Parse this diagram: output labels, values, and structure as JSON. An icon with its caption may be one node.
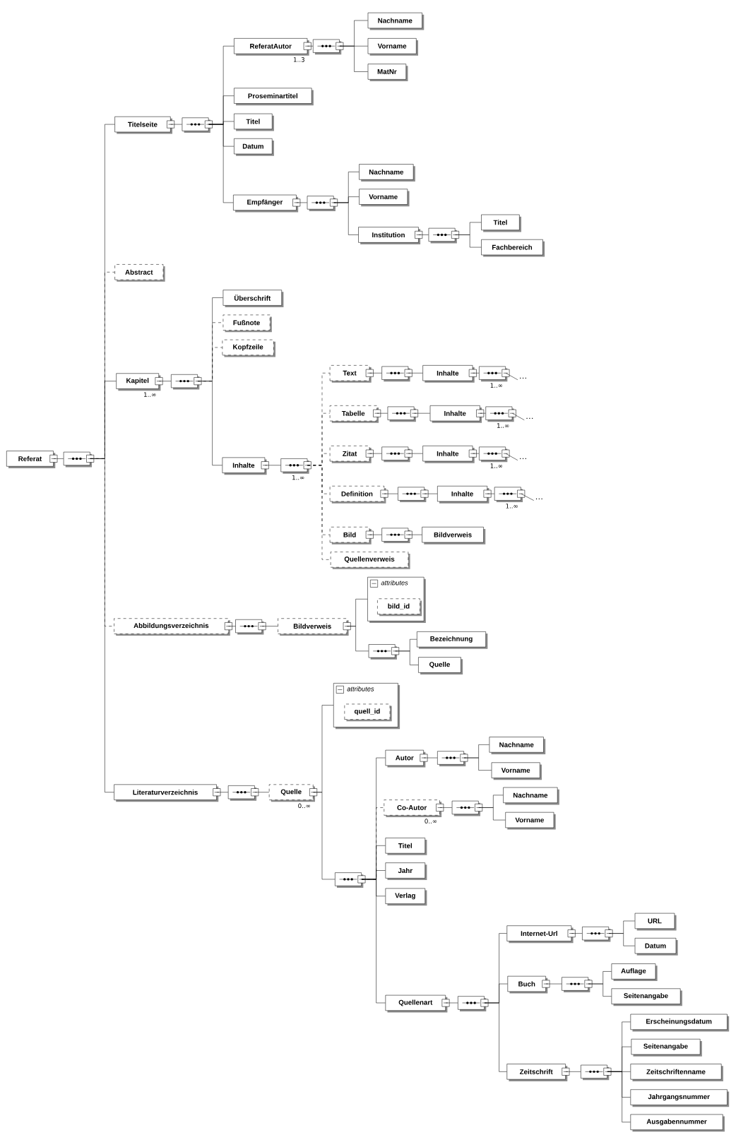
{
  "diagram": {
    "nodes": [
      {
        "text": [
          "Referat"
        ]
      },
      {
        "text": [],
        "shape": "octagon"
      },
      {
        "text": [
          "Titelseite"
        ]
      },
      {
        "text": [],
        "shape": "octagon"
      },
      {
        "text": [
          "ReferatAutor"
        ],
        "beside": [
          "1..3"
        ]
      },
      {
        "text": [],
        "shape": "octagon"
      },
      {
        "text": [
          "Nachname"
        ]
      },
      {
        "text": [
          "Vorname"
        ]
      },
      {
        "text": [
          "MatNr"
        ]
      },
      {
        "text": [
          "Proseminartitel"
        ]
      },
      {
        "text": [
          "Titel"
        ]
      },
      {
        "text": [
          "Datum"
        ]
      },
      {
        "text": [
          "Empfänger"
        ]
      },
      {
        "text": [],
        "shape": "octagon"
      },
      {
        "text": [
          "Nachname"
        ]
      },
      {
        "text": [
          "Vorname"
        ]
      },
      {
        "text": [
          "Institution"
        ]
      },
      {
        "text": [],
        "shape": "octagon"
      },
      {
        "text": [
          "Titel"
        ]
      },
      {
        "text": [
          "Fachbereich"
        ]
      },
      {
        "text": [
          "Abstract"
        ]
      },
      {
        "text": [
          "Kapitel"
        ],
        "beside": [
          "1..∞"
        ]
      },
      {
        "text": [],
        "shape": "octagon"
      },
      {
        "text": [
          "Überschrift"
        ]
      },
      {
        "text": [
          "Fußnote"
        ]
      },
      {
        "text": [
          "Kopfzeile"
        ]
      },
      {
        "text": [
          "Inhalte"
        ]
      },
      {
        "text": [],
        "shape": "octagon",
        "beside": [
          "1..∞"
        ]
      },
      {
        "text": [
          "Text"
        ]
      },
      {
        "text": [],
        "shape": "octagon"
      },
      {
        "text": [
          "Inhalte"
        ]
      },
      {
        "text": [],
        "shape": "octagon",
        "beside": [
          "1..∞"
        ]
      },
      {
        "text": [
          "Tabelle"
        ]
      },
      {
        "text": [],
        "shape": "octagon"
      },
      {
        "text": [
          "Inhalte"
        ]
      },
      {
        "text": [],
        "shape": "octagon",
        "beside": [
          "1..∞"
        ]
      },
      {
        "text": [
          "Zitat"
        ]
      },
      {
        "text": [],
        "shape": "octagon"
      },
      {
        "text": [
          "Inhalte"
        ]
      },
      {
        "text": [],
        "shape": "octagon",
        "beside": [
          "1..∞"
        ]
      },
      {
        "text": [
          "Definition"
        ]
      },
      {
        "text": [],
        "shape": "octagon"
      },
      {
        "text": [
          "Inhalte"
        ]
      },
      {
        "text": [],
        "shape": "octagon",
        "beside": [
          "1..∞"
        ]
      },
      {
        "text": [
          "Bild"
        ]
      },
      {
        "text": [],
        "shape": "octagon"
      },
      {
        "text": [
          "Bildverweis"
        ]
      },
      {
        "text": [
          "Quellenverweis"
        ]
      },
      {
        "text": [
          "Abbildungsverzeichnis"
        ]
      },
      {
        "text": [],
        "shape": "octagon"
      },
      {
        "text": [
          "Bildverweis"
        ]
      },
      {
        "text": [
          "attributes"
        ]
      },
      {
        "text": [
          "bild_id"
        ],
        "in": 51
      },
      {
        "text": [],
        "shape": "octagon"
      },
      {
        "text": [
          "Bezeichnung"
        ]
      },
      {
        "text": [
          "Quelle"
        ]
      },
      {
        "text": [
          "Literaturverzeichnis"
        ]
      },
      {
        "text": [],
        "shape": "octagon"
      },
      {
        "text": [
          "Quelle"
        ],
        "beside": [
          "0..∞"
        ]
      },
      {
        "text": [
          "attributes"
        ]
      },
      {
        "text": [
          "quell_id"
        ],
        "in": 59
      },
      {
        "text": [],
        "shape": "octagon"
      },
      {
        "text": [
          "Autor"
        ]
      },
      {
        "text": [],
        "shape": "octagon"
      },
      {
        "text": [
          "Nachname"
        ]
      },
      {
        "text": [
          "Vorname"
        ]
      },
      {
        "text": [
          "Co-Autor"
        ],
        "beside": [
          "0..∞"
        ]
      },
      {
        "text": [],
        "shape": "octagon"
      },
      {
        "text": [
          "Nachname"
        ]
      },
      {
        "text": [
          "Vorname"
        ]
      },
      {
        "text": [
          "Titel"
        ]
      },
      {
        "text": [
          "Jahr"
        ]
      },
      {
        "text": [
          "Verlag"
        ]
      },
      {
        "text": [
          "Quellenart"
        ]
      },
      {
        "text": [],
        "shape": "octagon"
      },
      {
        "text": [
          "Internet-Url"
        ]
      },
      {
        "text": [],
        "shape": "octagon"
      },
      {
        "text": [
          "URL"
        ]
      },
      {
        "text": [
          "Datum"
        ]
      },
      {
        "text": [
          "Buch"
        ]
      },
      {
        "text": [],
        "shape": "octagon"
      },
      {
        "text": [
          "Auflage"
        ]
      },
      {
        "text": [
          "Seitenangabe"
        ]
      },
      {
        "text": [
          "Zeitschrift"
        ]
      },
      {
        "text": [],
        "shape": "octagon"
      },
      {
        "text": [
          "Erscheinungsdatum"
        ]
      },
      {
        "text": [
          "Seitenangabe"
        ]
      },
      {
        "text": [
          "Zeitschriftenname"
        ]
      },
      {
        "text": [
          "Jahrgangsnummer"
        ]
      },
      {
        "text": [
          "Ausgabennummer"
        ]
      },
      {
        "text": [
          "…"
        ]
      },
      {
        "text": [
          "…"
        ]
      },
      {
        "text": [
          "…"
        ]
      },
      {
        "text": [
          "…"
        ]
      }
    ],
    "edges": [
      {
        "from": 0,
        "to": 1,
        "arrow": "none"
      },
      {
        "from": 1,
        "to": 2,
        "arrow": "none"
      },
      {
        "from": 1,
        "to": 20,
        "arrow": "none",
        "style": "dashed"
      },
      {
        "from": 1,
        "to": 21,
        "arrow": "none"
      },
      {
        "from": 1,
        "to": 48,
        "arrow": "none",
        "style": "dashed"
      },
      {
        "from": 1,
        "to": 56,
        "arrow": "none"
      },
      {
        "from": 2,
        "to": 3,
        "arrow": "none"
      },
      {
        "from": 3,
        "to": 4,
        "arrow": "none"
      },
      {
        "from": 3,
        "to": 9,
        "arrow": "none"
      },
      {
        "from": 3,
        "to": 10,
        "arrow": "none"
      },
      {
        "from": 3,
        "to": 11,
        "arrow": "none"
      },
      {
        "from": 3,
        "to": 12,
        "arrow": "none"
      },
      {
        "from": 4,
        "to": 5,
        "arrow": "none"
      },
      {
        "from": 5,
        "to": 6,
        "arrow": "none"
      },
      {
        "from": 5,
        "to": 7,
        "arrow": "none"
      },
      {
        "from": 5,
        "to": 8,
        "arrow": "none"
      },
      {
        "from": 12,
        "to": 13,
        "arrow": "none"
      },
      {
        "from": 13,
        "to": 14,
        "arrow": "none"
      },
      {
        "from": 13,
        "to": 15,
        "arrow": "none"
      },
      {
        "from": 13,
        "to": 16,
        "arrow": "none"
      },
      {
        "from": 16,
        "to": 17,
        "arrow": "none"
      },
      {
        "from": 17,
        "to": 18,
        "arrow": "none"
      },
      {
        "from": 17,
        "to": 19,
        "arrow": "none"
      },
      {
        "from": 21,
        "to": 22,
        "arrow": "none"
      },
      {
        "from": 22,
        "to": 23,
        "arrow": "none"
      },
      {
        "from": 22,
        "to": 24,
        "arrow": "none",
        "style": "dashed"
      },
      {
        "from": 22,
        "to": 25,
        "arrow": "none",
        "style": "dashed"
      },
      {
        "from": 22,
        "to": 26,
        "arrow": "none"
      },
      {
        "from": 26,
        "to": 27,
        "arrow": "none"
      },
      {
        "from": 27,
        "to": 28,
        "arrow": "none",
        "style": "dashed"
      },
      {
        "from": 27,
        "to": 32,
        "arrow": "none",
        "style": "dashed"
      },
      {
        "from": 27,
        "to": 36,
        "arrow": "none",
        "style": "dashed"
      },
      {
        "from": 27,
        "to": 40,
        "arrow": "none",
        "style": "dashed"
      },
      {
        "from": 27,
        "to": 44,
        "arrow": "none",
        "style": "dashed"
      },
      {
        "from": 27,
        "to": 47,
        "arrow": "none",
        "style": "dashed"
      },
      {
        "from": 28,
        "to": 29,
        "arrow": "none"
      },
      {
        "from": 29,
        "to": 30,
        "arrow": "none"
      },
      {
        "from": 30,
        "to": 31,
        "arrow": "none"
      },
      {
        "from": 31,
        "to": 90,
        "arrow": "none"
      },
      {
        "from": 32,
        "to": 33,
        "arrow": "none"
      },
      {
        "from": 33,
        "to": 34,
        "arrow": "none"
      },
      {
        "from": 34,
        "to": 35,
        "arrow": "none"
      },
      {
        "from": 35,
        "to": 91,
        "arrow": "none"
      },
      {
        "from": 36,
        "to": 37,
        "arrow": "none"
      },
      {
        "from": 37,
        "to": 38,
        "arrow": "none"
      },
      {
        "from": 38,
        "to": 39,
        "arrow": "none"
      },
      {
        "from": 39,
        "to": 92,
        "arrow": "none"
      },
      {
        "from": 40,
        "to": 41,
        "arrow": "none"
      },
      {
        "from": 41,
        "to": 42,
        "arrow": "none"
      },
      {
        "from": 42,
        "to": 43,
        "arrow": "none"
      },
      {
        "from": 43,
        "to": 93,
        "arrow": "none"
      },
      {
        "from": 44,
        "to": 45,
        "arrow": "none"
      },
      {
        "from": 45,
        "to": 46,
        "arrow": "none"
      },
      {
        "from": 48,
        "to": 49,
        "arrow": "none"
      },
      {
        "from": 49,
        "to": 50,
        "arrow": "none"
      },
      {
        "from": 50,
        "to": 51,
        "arrow": "none"
      },
      {
        "from": 50,
        "to": 53,
        "arrow": "none"
      },
      {
        "from": 53,
        "to": 54,
        "arrow": "none"
      },
      {
        "from": 53,
        "to": 55,
        "arrow": "none"
      },
      {
        "from": 56,
        "to": 57,
        "arrow": "none"
      },
      {
        "from": 57,
        "to": 58,
        "arrow": "none"
      },
      {
        "from": 58,
        "to": 59,
        "arrow": "none"
      },
      {
        "from": 58,
        "to": 61,
        "arrow": "none"
      },
      {
        "from": 61,
        "to": 62,
        "arrow": "none"
      },
      {
        "from": 61,
        "to": 66,
        "arrow": "none",
        "style": "dashed"
      },
      {
        "from": 61,
        "to": 70,
        "arrow": "none"
      },
      {
        "from": 61,
        "to": 71,
        "arrow": "none"
      },
      {
        "from": 61,
        "to": 72,
        "arrow": "none"
      },
      {
        "from": 61,
        "to": 73,
        "arrow": "none"
      },
      {
        "from": 62,
        "to": 63,
        "arrow": "none"
      },
      {
        "from": 63,
        "to": 64,
        "arrow": "none"
      },
      {
        "from": 63,
        "to": 65,
        "arrow": "none"
      },
      {
        "from": 66,
        "to": 67,
        "arrow": "none"
      },
      {
        "from": 67,
        "to": 68,
        "arrow": "none"
      },
      {
        "from": 67,
        "to": 69,
        "arrow": "none"
      },
      {
        "from": 73,
        "to": 74,
        "arrow": "none"
      },
      {
        "from": 74,
        "to": 75,
        "arrow": "none"
      },
      {
        "from": 74,
        "to": 79,
        "arrow": "none"
      },
      {
        "from": 74,
        "to": 83,
        "arrow": "none"
      },
      {
        "from": 75,
        "to": 76,
        "arrow": "none"
      },
      {
        "from": 76,
        "to": 77,
        "arrow": "none"
      },
      {
        "from": 76,
        "to": 78,
        "arrow": "none"
      },
      {
        "from": 79,
        "to": 80,
        "arrow": "none"
      },
      {
        "from": 80,
        "to": 81,
        "arrow": "none"
      },
      {
        "from": 80,
        "to": 82,
        "arrow": "none"
      },
      {
        "from": 83,
        "to": 84,
        "arrow": "none"
      },
      {
        "from": 84,
        "to": 85,
        "arrow": "none"
      },
      {
        "from": 84,
        "to": 86,
        "arrow": "none"
      },
      {
        "from": 84,
        "to": 87,
        "arrow": "none"
      },
      {
        "from": 84,
        "to": 88,
        "arrow": "none"
      },
      {
        "from": 84,
        "to": 89,
        "arrow": "none"
      }
    ]
  }
}
